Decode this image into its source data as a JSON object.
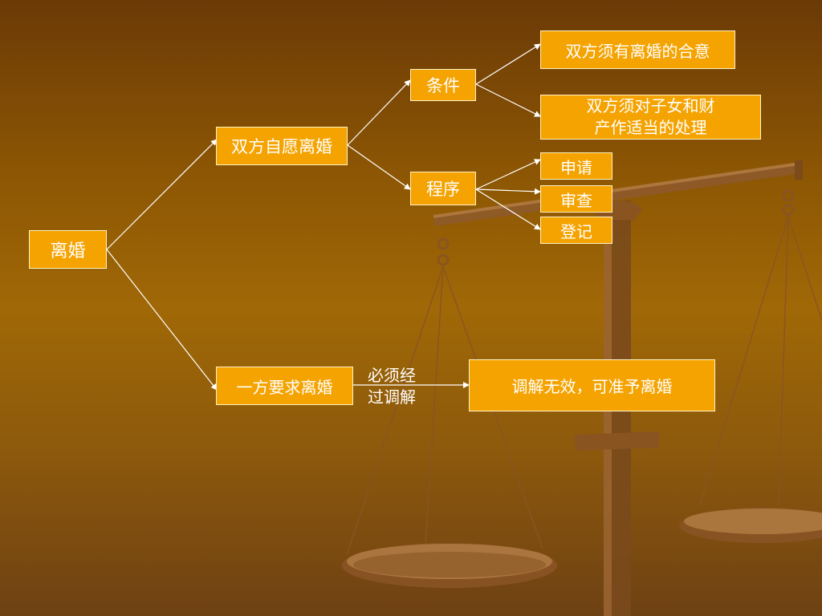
{
  "diagram": {
    "root": "离婚",
    "mutual": {
      "label": "双方自愿离婚",
      "conditions": {
        "label": "条件",
        "items": [
          "双方须有离婚的合意",
          [
            "双方须对子女和财",
            "产作适当的处理"
          ]
        ]
      },
      "procedure": {
        "label": "程序",
        "steps": [
          "申请",
          "审查",
          "登记"
        ]
      }
    },
    "unilateral": {
      "label": "一方要求离婚",
      "edge_label": [
        "必须经",
        "过调解"
      ],
      "result": "调解无效，可准予离婚"
    }
  },
  "colors": {
    "box_fill": "#f5a300",
    "box_border": "#fff2c0",
    "text": "#ffffff",
    "connector": "#ffffff"
  },
  "decor": {
    "background_image": "scales-of-justice-icon"
  }
}
